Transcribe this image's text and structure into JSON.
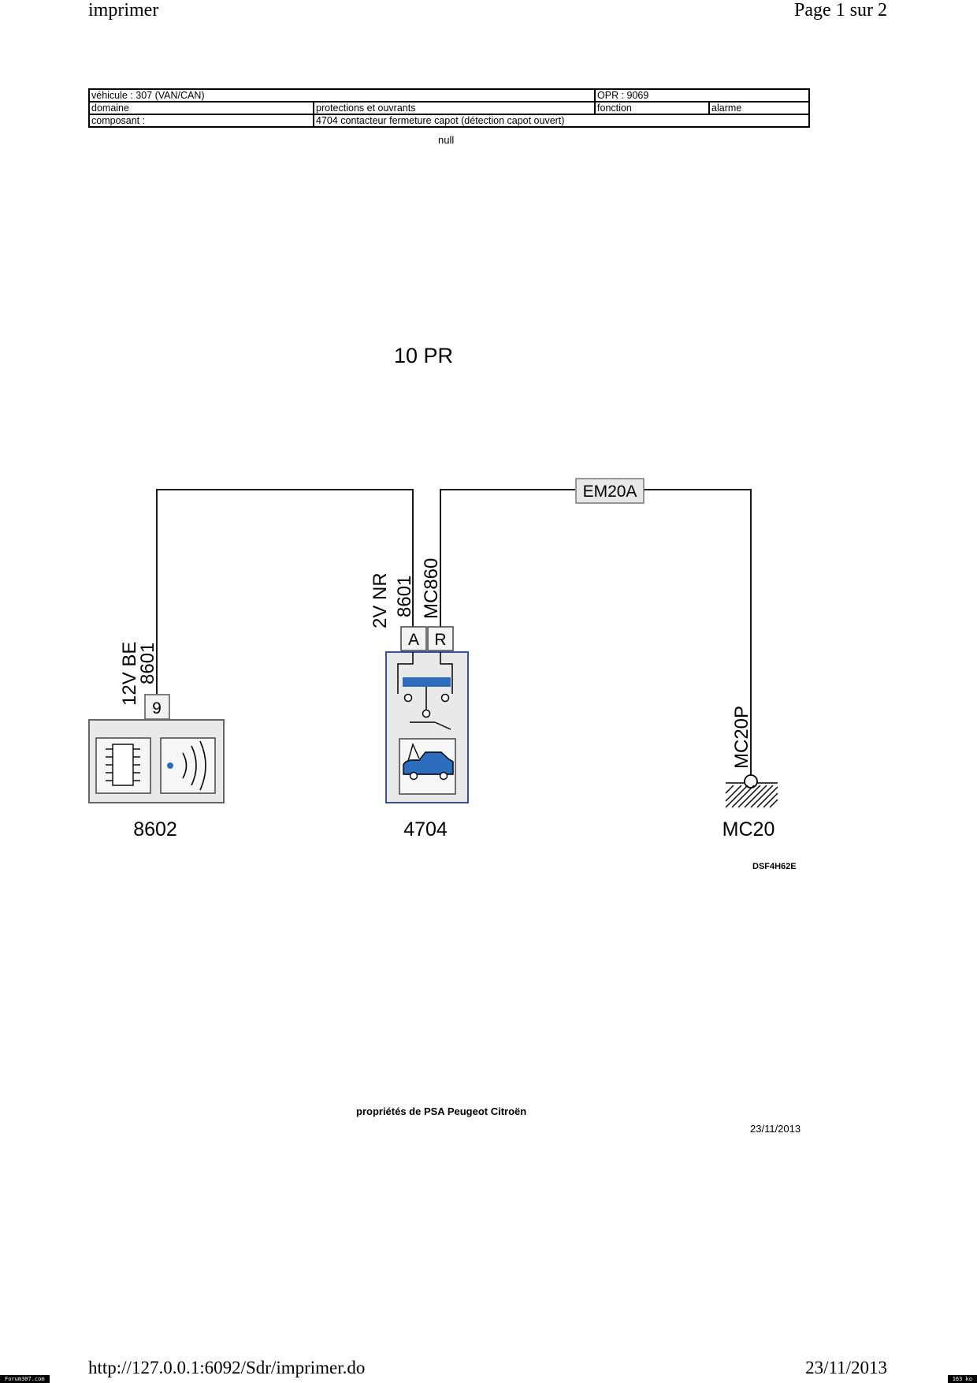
{
  "print_header": {
    "left": "imprimer",
    "right": "Page 1 sur 2"
  },
  "info_table": {
    "row1": {
      "vehicle": "véhicule : 307 (VAN/CAN)",
      "opr": "OPR : 9069"
    },
    "row2": {
      "domain_label": "domaine",
      "domain_value": "protections et ouvrants",
      "function_label": "fonction",
      "function_value": "alarme"
    },
    "row3": {
      "component_label": "composant :",
      "component_value": "4704 contacteur fermeture capot (détection capot ouvert)"
    }
  },
  "subtitle": "null",
  "diagram": {
    "circuit_label": "10 PR",
    "ground_link": "EM20A",
    "wire_left_color": "12V BE",
    "wire_left_num": "8601",
    "wire_mid_color": "2V NR",
    "wire_mid_num": "8601",
    "wire_right_num": "MC860",
    "pin_left": "9",
    "pin_a": "A",
    "pin_r": "R",
    "ground_wire": "MC20P",
    "component_left": "8602",
    "component_mid": "4704",
    "ground_point": "MC20",
    "ref_code": "DSF4H62E",
    "accent_color": "#2d6dbd"
  },
  "footer": {
    "owner": "propriétés de PSA Peugeot Citroën",
    "date": "23/11/2013"
  },
  "print_footer": {
    "url": "http://127.0.0.1:6092/Sdr/imprimer.do",
    "date": "23/11/2013"
  },
  "strip": {
    "left": "Forum307.com",
    "right": "163 ko"
  }
}
